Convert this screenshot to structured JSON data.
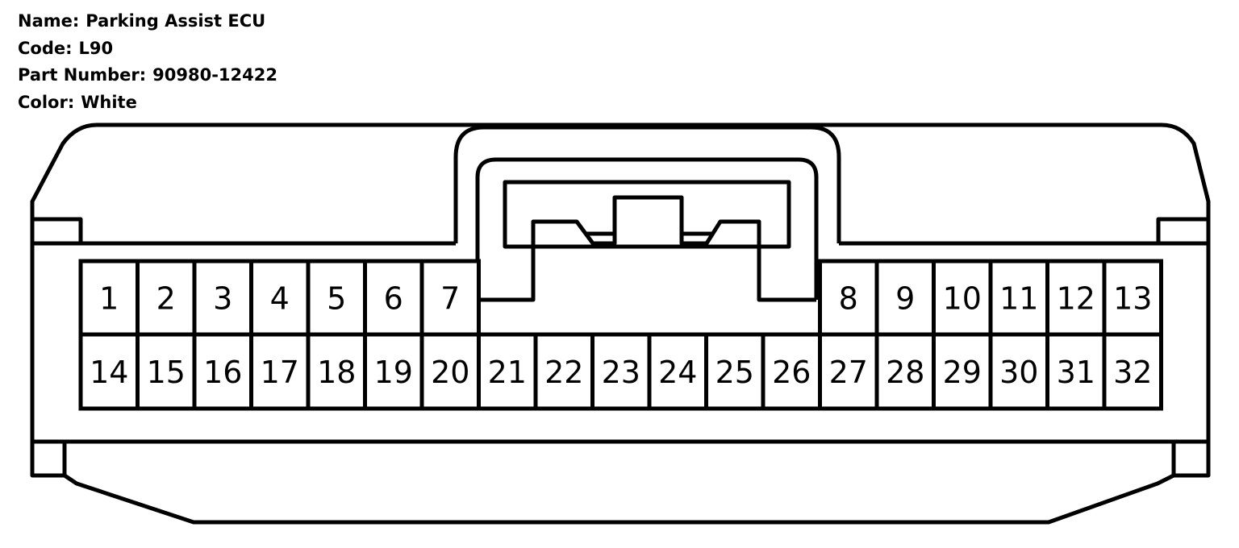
{
  "connector": {
    "name_label": "Name:",
    "name": "Parking Assist ECU",
    "code_label": "Code:",
    "code": "L90",
    "part_label": "Part Number:",
    "part_number": "90980-12422",
    "color_label": "Color:",
    "color": "White"
  },
  "pins": {
    "top_left": [
      "1",
      "2",
      "3",
      "4",
      "5",
      "6",
      "7"
    ],
    "top_right": [
      "8",
      "9",
      "10",
      "11",
      "12",
      "13"
    ],
    "bottom": [
      "14",
      "15",
      "16",
      "17",
      "18",
      "19",
      "20",
      "21",
      "22",
      "23",
      "24",
      "25",
      "26",
      "27",
      "28",
      "29",
      "30",
      "31",
      "32"
    ]
  },
  "colors": {
    "stroke": "#000000",
    "fill": "#ffffff"
  }
}
